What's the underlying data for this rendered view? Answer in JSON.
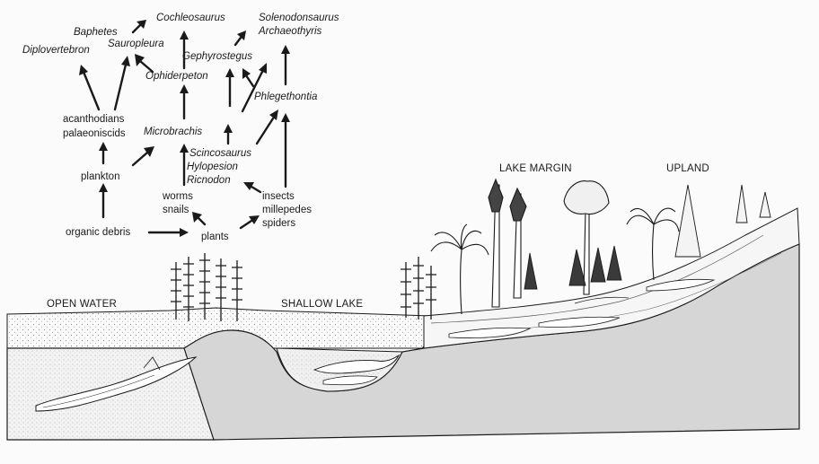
{
  "habitats": {
    "open_water": "OPEN WATER",
    "shallow_lake": "SHALLOW LAKE",
    "lake_margin": "LAKE MARGIN",
    "upland": "UPLAND"
  },
  "taxa": {
    "baphetes": "Baphetes",
    "diplovertebron": "Diplovertebron",
    "sauropleura": "Sauropleura",
    "cochleosaurus": "Cochleosaurus",
    "solenodonsaurus": "Solenodonsaurus",
    "archaeothyris": "Archaeothyris",
    "gephyrostegus": "Gephyrostegus",
    "ophiderpeton": "Ophiderpeton",
    "phlegethontia": "Phlegethontia",
    "microbrachis": "Microbrachis",
    "scincosaurus": "Scincosaurus",
    "hylopesion": "Hylopesion",
    "ricnodon": "Ricnodon"
  },
  "food_sources": {
    "acanthodians": "acanthodians",
    "palaeoniscids": "palaeoniscids",
    "plankton": "plankton",
    "organic_debris": "organic debris",
    "worms": "worms",
    "snails": "snails",
    "plants": "plants",
    "insects": "insects",
    "millepedes": "millepedes",
    "spiders": "spiders"
  },
  "colors": {
    "ink": "#1a1a1a",
    "land_fill": "#d6d6d6",
    "water_fill": "#eeeeee",
    "paper": "#fbfbfb"
  }
}
